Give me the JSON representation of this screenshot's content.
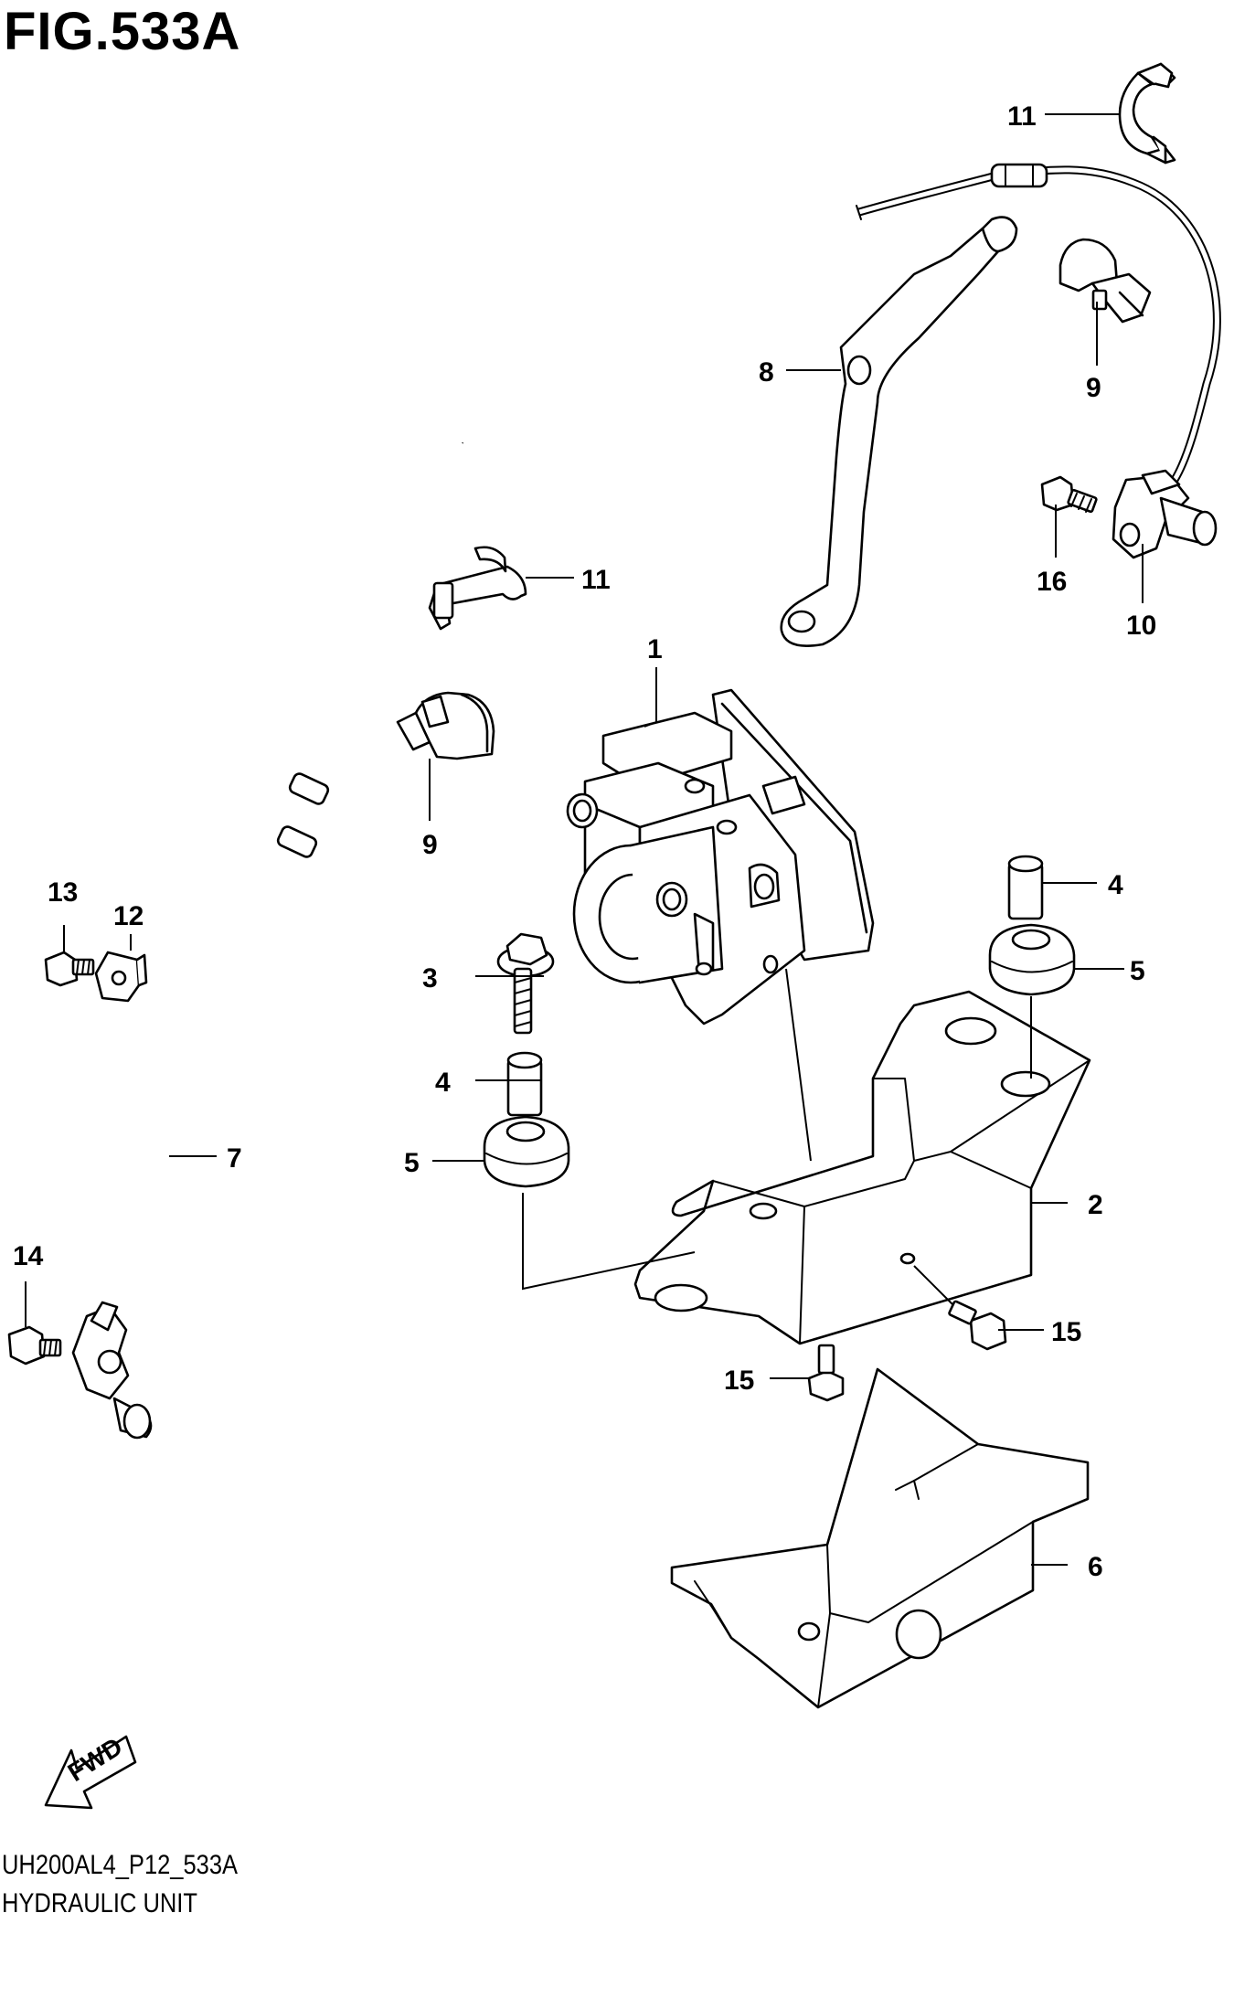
{
  "figure_title": "FIG.533A",
  "footer": {
    "code": "UH200AL4_P12_533A",
    "name": "HYDRAULIC UNIT"
  },
  "fwd_label": "FWD",
  "callouts": [
    {
      "id": "c1",
      "text": "1"
    },
    {
      "id": "c2",
      "text": "2"
    },
    {
      "id": "c3",
      "text": "3"
    },
    {
      "id": "c4a",
      "text": "4"
    },
    {
      "id": "c4b",
      "text": "4"
    },
    {
      "id": "c5a",
      "text": "5"
    },
    {
      "id": "c5b",
      "text": "5"
    },
    {
      "id": "c6",
      "text": "6"
    },
    {
      "id": "c7",
      "text": "7"
    },
    {
      "id": "c8",
      "text": "8"
    },
    {
      "id": "c9a",
      "text": "9"
    },
    {
      "id": "c9b",
      "text": "9"
    },
    {
      "id": "c10",
      "text": "10"
    },
    {
      "id": "c11a",
      "text": "11"
    },
    {
      "id": "c11b",
      "text": "11"
    },
    {
      "id": "c12",
      "text": "12"
    },
    {
      "id": "c13",
      "text": "13"
    },
    {
      "id": "c14",
      "text": "14"
    },
    {
      "id": "c15a",
      "text": "15"
    },
    {
      "id": "c15b",
      "text": "15"
    },
    {
      "id": "c16",
      "text": "16"
    }
  ]
}
